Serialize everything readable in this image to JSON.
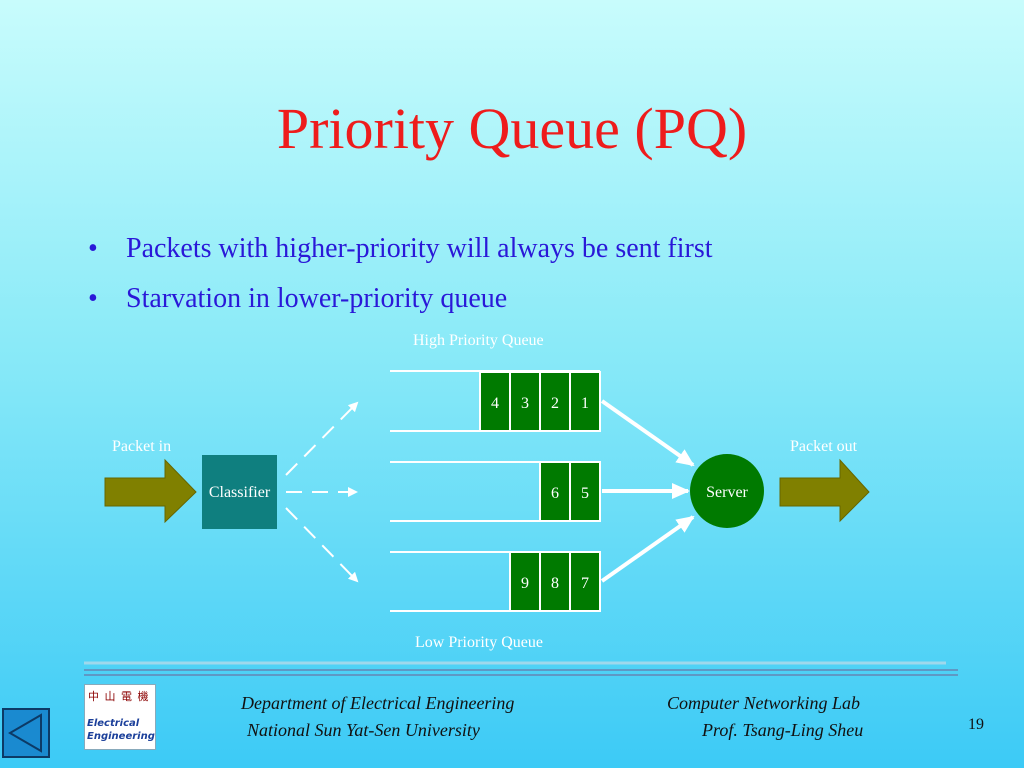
{
  "slide": {
    "title": "Priority Queue (PQ)",
    "bullets": [
      "Packets with higher-priority will always be sent first",
      "Starvation in lower-priority queue"
    ],
    "page_number": "19"
  },
  "diagram": {
    "high_queue_label": "High Priority Queue",
    "low_queue_label": "Low Priority Queue",
    "packet_in_label": "Packet in",
    "packet_out_label": "Packet out",
    "classifier_label": "Classifier",
    "server_label": "Server",
    "queues": [
      {
        "packets": [
          "4",
          "3",
          "2",
          "1"
        ]
      },
      {
        "packets": [
          "6",
          "5"
        ]
      },
      {
        "packets": [
          "9",
          "8",
          "7"
        ]
      }
    ],
    "colors": {
      "packet": "#007a00",
      "classifier": "#0f7f7f",
      "server": "#007a00",
      "arrow": "#808000"
    }
  },
  "footer": {
    "dept_line1": "Department of Electrical Engineering",
    "dept_line2": "National Sun Yat-Sen University",
    "lab_line1": "Computer Networking Lab",
    "lab_line2": "Prof. Tsang-Ling Sheu",
    "logo_chinese": "中 山 電 機",
    "logo_word1": "Electrical",
    "logo_word2": "Engineering"
  }
}
